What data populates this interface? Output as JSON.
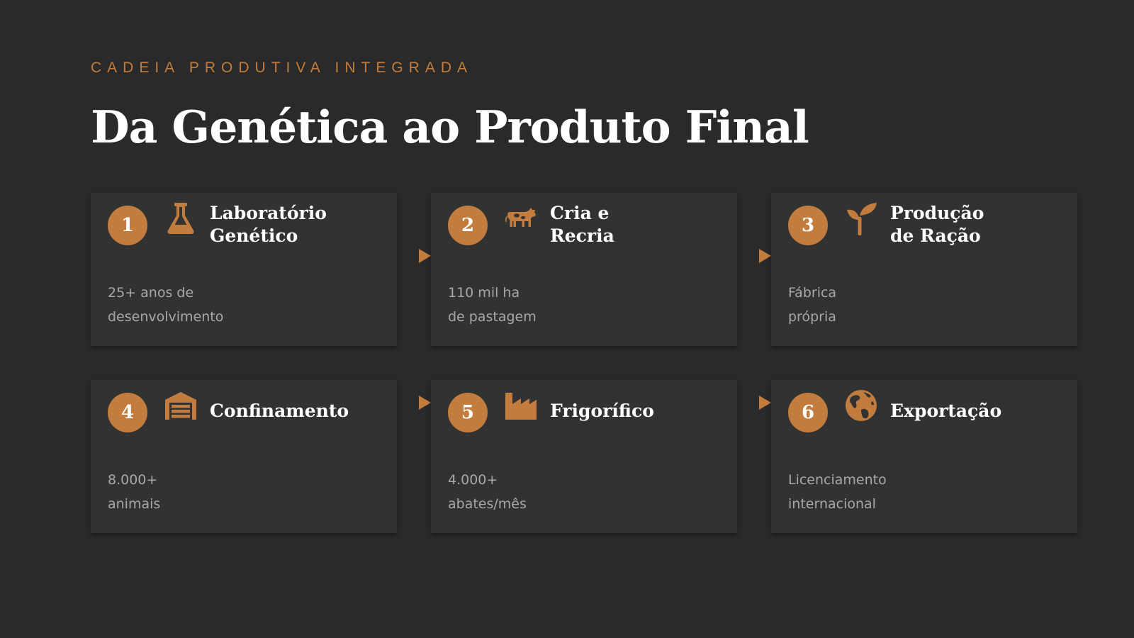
{
  "header": {
    "eyebrow": "CADEIA PRODUTIVA INTEGRADA",
    "title": "Da Genética ao Produto Final"
  },
  "colors": {
    "background": "#2a2a2a",
    "card": "#323232",
    "accent": "#c27d3e",
    "title_text": "#ffffff",
    "body_text": "#a8a8a8"
  },
  "steps": [
    {
      "number": "1",
      "icon": "flask-icon",
      "title": "Laboratório\nGenético",
      "description": "25+ anos de\ndesenvolvimento"
    },
    {
      "number": "2",
      "icon": "cow-icon",
      "title": "Cria e\nRecria",
      "description": "110 mil ha\nde pastagem"
    },
    {
      "number": "3",
      "icon": "seedling-icon",
      "title": "Produção\nde Ração",
      "description": "Fábrica\nprópria"
    },
    {
      "number": "4",
      "icon": "warehouse-icon",
      "title": "Confinamento",
      "description": "8.000+\nanimais"
    },
    {
      "number": "5",
      "icon": "factory-icon",
      "title": "Frigorífico",
      "description": "4.000+\nabates/mês"
    },
    {
      "number": "6",
      "icon": "globe-icon",
      "title": "Exportação",
      "description": "Licenciamento\ninternacional"
    }
  ]
}
